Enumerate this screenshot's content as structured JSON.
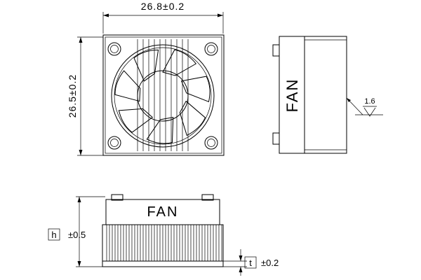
{
  "top_view": {
    "width_dim": "26.8±0.2",
    "height_dim": "26.5±0.2"
  },
  "side_view": {
    "label": "FAN",
    "roughness": "1.6"
  },
  "front_view": {
    "label": "FAN",
    "h_label": "h",
    "h_tol": "±0.5",
    "t_label": "t",
    "t_tol": "±0.2"
  }
}
